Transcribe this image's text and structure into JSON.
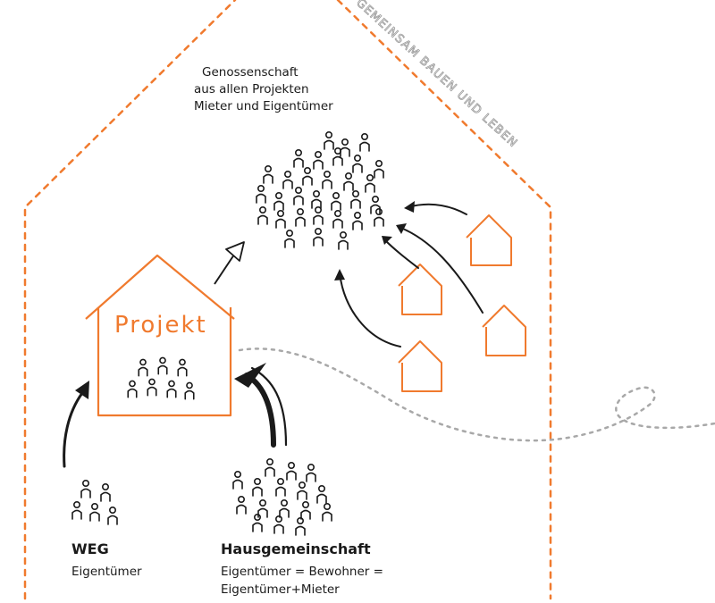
{
  "colors": {
    "accent": "#f07a2e",
    "ink": "#1a1a1a",
    "path": "#a8a8a8"
  },
  "frame_label": "GEMEINSAM BAUEN UND LEBEN",
  "genossenschaft": {
    "line1": "Genossenschaft",
    "line2": "aus allen Projekten",
    "line3": "Mieter und Eigentümer"
  },
  "project_label": "Projekt",
  "weg": {
    "title": "WEG",
    "subtitle": "Eigentümer"
  },
  "hausgemeinschaft": {
    "title": "Hausgemeinschaft",
    "line1": "Eigentümer = Bewohner =",
    "line2": "Eigentümer+Mieter"
  }
}
